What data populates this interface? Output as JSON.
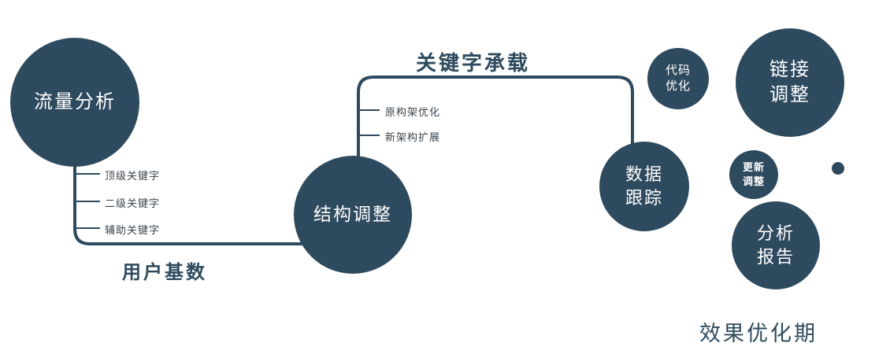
{
  "colors": {
    "primary": "#2e4a5e",
    "node_text": "#ffffff",
    "branch_text": "#38444e"
  },
  "nodes": {
    "traffic_analysis": {
      "label": "流量分析"
    },
    "structure_adjust": {
      "label": "结构调整"
    },
    "data_tracking": {
      "lines": [
        "数据",
        "跟踪"
      ]
    },
    "code_optimization": {
      "lines": [
        "代码",
        "优化"
      ]
    },
    "link_adjustment": {
      "lines": [
        "链接",
        "调整"
      ]
    },
    "update_adjustment": {
      "lines": [
        "更新",
        "调整"
      ]
    },
    "analysis_report": {
      "lines": [
        "分析",
        "报告"
      ]
    }
  },
  "edge_labels": {
    "user_base": "用户基数",
    "keyword_carry": "关键字承载"
  },
  "branch_labels": {
    "traffic": [
      "顶级关键字",
      "二级关键字",
      "辅助关键字"
    ],
    "structure": [
      "原构架优化",
      "新架构扩展"
    ]
  },
  "footer": {
    "label": "效果优化期"
  }
}
